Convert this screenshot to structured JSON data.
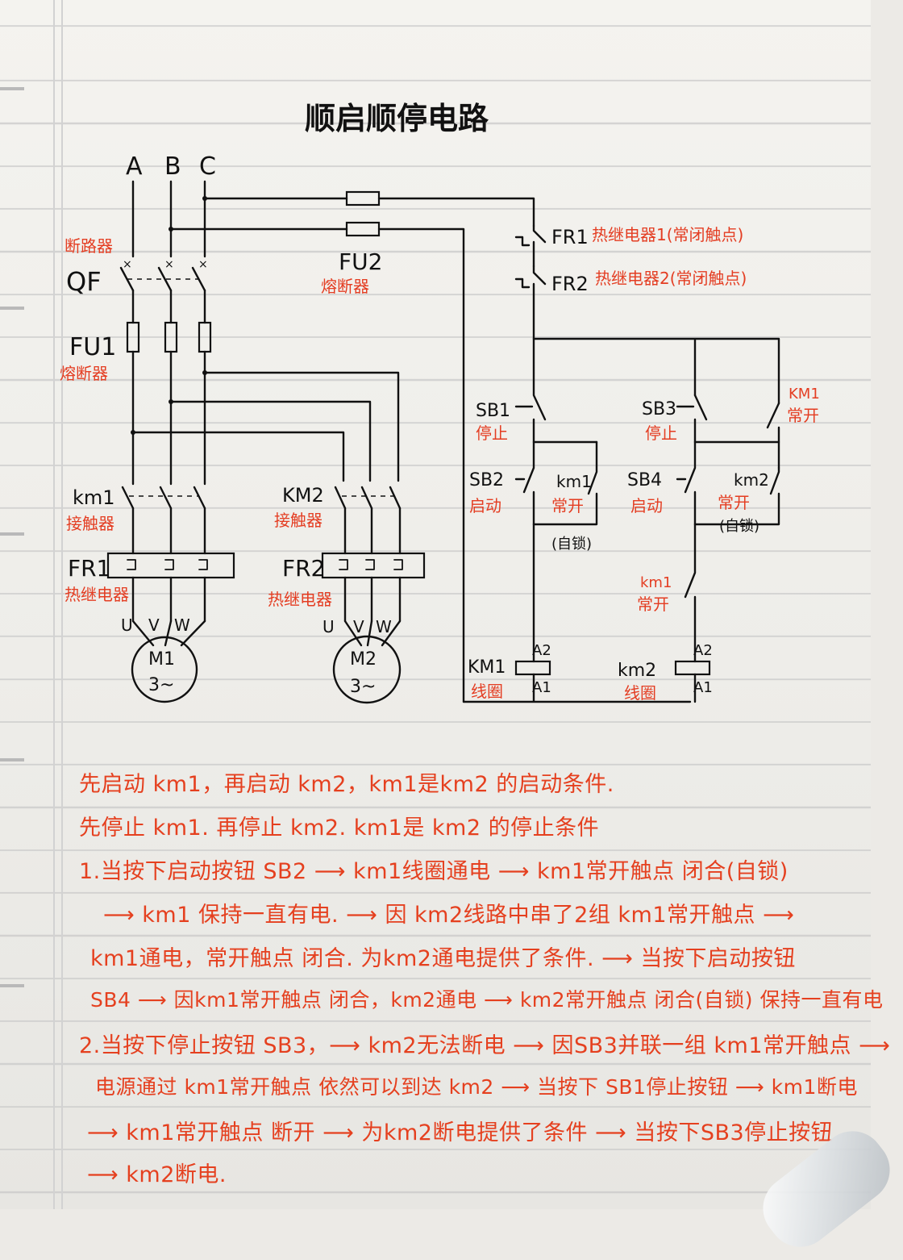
{
  "title": "顺启顺停电路",
  "phases": [
    "A",
    "B",
    "C"
  ],
  "labels": {
    "breaker": "断路器",
    "qf": "QF",
    "fu1": "FU1",
    "fu1_desc": "熔断器",
    "fu2": "FU2",
    "fu2_desc": "熔断器",
    "km1_main": "km1",
    "km1_main_desc": "接触器",
    "km2_main": "KM2",
    "km2_main_desc": "接触器",
    "fr1_main": "FR1",
    "fr1_main_desc": "热继电器",
    "fr2_main": "FR2",
    "fr2_main_desc": "热继电器",
    "uvw1": [
      "U",
      "V",
      "W"
    ],
    "uvw2": [
      "U",
      "V",
      "W"
    ],
    "m1": "M1",
    "m1_sub": "3~",
    "m2": "M2",
    "m2_sub": "3~",
    "fr1_ctrl": "FR1",
    "fr1_ctrl_desc": "热继电器1(常闭触点)",
    "fr2_ctrl": "FR2",
    "fr2_ctrl_desc": "热继电器2(常闭触点)",
    "sb1": "SB1",
    "sb1_desc": "停止",
    "sb3": "SB3",
    "sb3_desc": "停止",
    "km1_no_top": "KM1",
    "km1_no_top_desc": "常开",
    "sb2": "SB2",
    "sb2_desc": "启动",
    "km1_self": "km1",
    "km1_self_desc": "常开",
    "km1_self_note": "(自锁)",
    "sb4": "SB4",
    "sb4_desc": "启动",
    "km2_self": "km2",
    "km2_self_desc": "常开",
    "km2_self_note": "(自锁)",
    "km1_no_mid": "km1",
    "km1_no_mid_desc": "常开",
    "a2_left": "A2",
    "a1_left": "A1",
    "a2_right": "A2",
    "a1_right": "A1",
    "km1_coil": "KM1",
    "km1_coil_desc": "线圈",
    "km2_coil": "km2",
    "km2_coil_desc": "线圈"
  },
  "notes": [
    "先启动 km1，再启动 km2，km1是km2 的启动条件.",
    "先停止 km1. 再停止 km2. km1是 km2 的停止条件",
    "1.当按下启动按钮 SB2 ⟶ km1线圈通电 ⟶ km1常开触点 闭合(自锁)",
    "⟶ km1 保持一直有电. ⟶ 因 km2线路中串了2组 km1常开触点 ⟶",
    "km1通电，常开触点 闭合. 为km2通电提供了条件. ⟶ 当按下启动按钮",
    "SB4 ⟶ 因km1常开触点 闭合，km2通电 ⟶ km2常开触点 闭合(自锁) 保持一直有电",
    "2.当按下停止按钮 SB3，⟶ km2无法断电 ⟶ 因SB3并联一组 km1常开触点 ⟶",
    "电源通过 km1常开触点 依然可以到达 km2 ⟶ 当按下 SB1停止按钮 ⟶ km1断电",
    "⟶ km1常开触点 断开 ⟶ 为km2断电提供了条件 ⟶ 当按下SB3停止按钮",
    "⟶ km2断电."
  ],
  "colors": {
    "ink": "#111111",
    "annotation": "#e5401f",
    "paper": "#f2f1ed",
    "rule": "#c9c9c9"
  }
}
